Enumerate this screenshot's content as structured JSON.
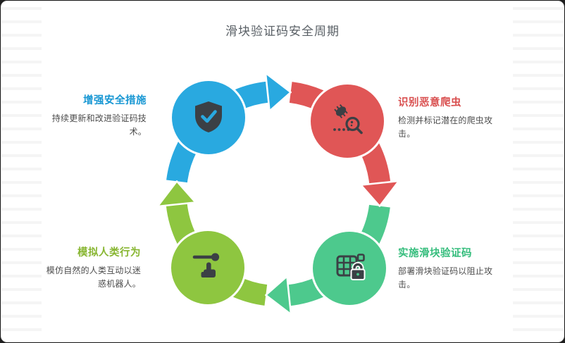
{
  "title": "滑块验证码安全周期",
  "colors": {
    "blue": "#29a9e0",
    "red": "#e05656",
    "green": "#4dc98d",
    "lime": "#8ec640",
    "icon_dark": "#3b4045",
    "heading_blue": "#1897d3",
    "heading_red": "#d94f4f",
    "heading_green": "#34bd7c",
    "heading_lime": "#88b632"
  },
  "steps": [
    {
      "id": "enhance-security",
      "heading": "增强安全措施",
      "description": "持续更新和改进验证码技术。",
      "icon": "shield-check-icon",
      "color": "#29a9e0",
      "position": "top-left"
    },
    {
      "id": "identify-crawlers",
      "heading": "识别恶意爬虫",
      "description": "检测并标记潜在的爬虫攻击。",
      "icon": "bug-search-icon",
      "color": "#e05656",
      "position": "top-right"
    },
    {
      "id": "implement-captcha",
      "heading": "实施滑块验证码",
      "description": "部署滑块验证码以阻止攻击。",
      "icon": "captcha-lock-icon",
      "color": "#4dc98d",
      "position": "bottom-right"
    },
    {
      "id": "simulate-human",
      "heading": "模拟人类行为",
      "description": "模仿自然的人类互动以迷惑机器人。",
      "icon": "slider-hand-icon",
      "color": "#8ec640",
      "position": "bottom-left"
    }
  ]
}
